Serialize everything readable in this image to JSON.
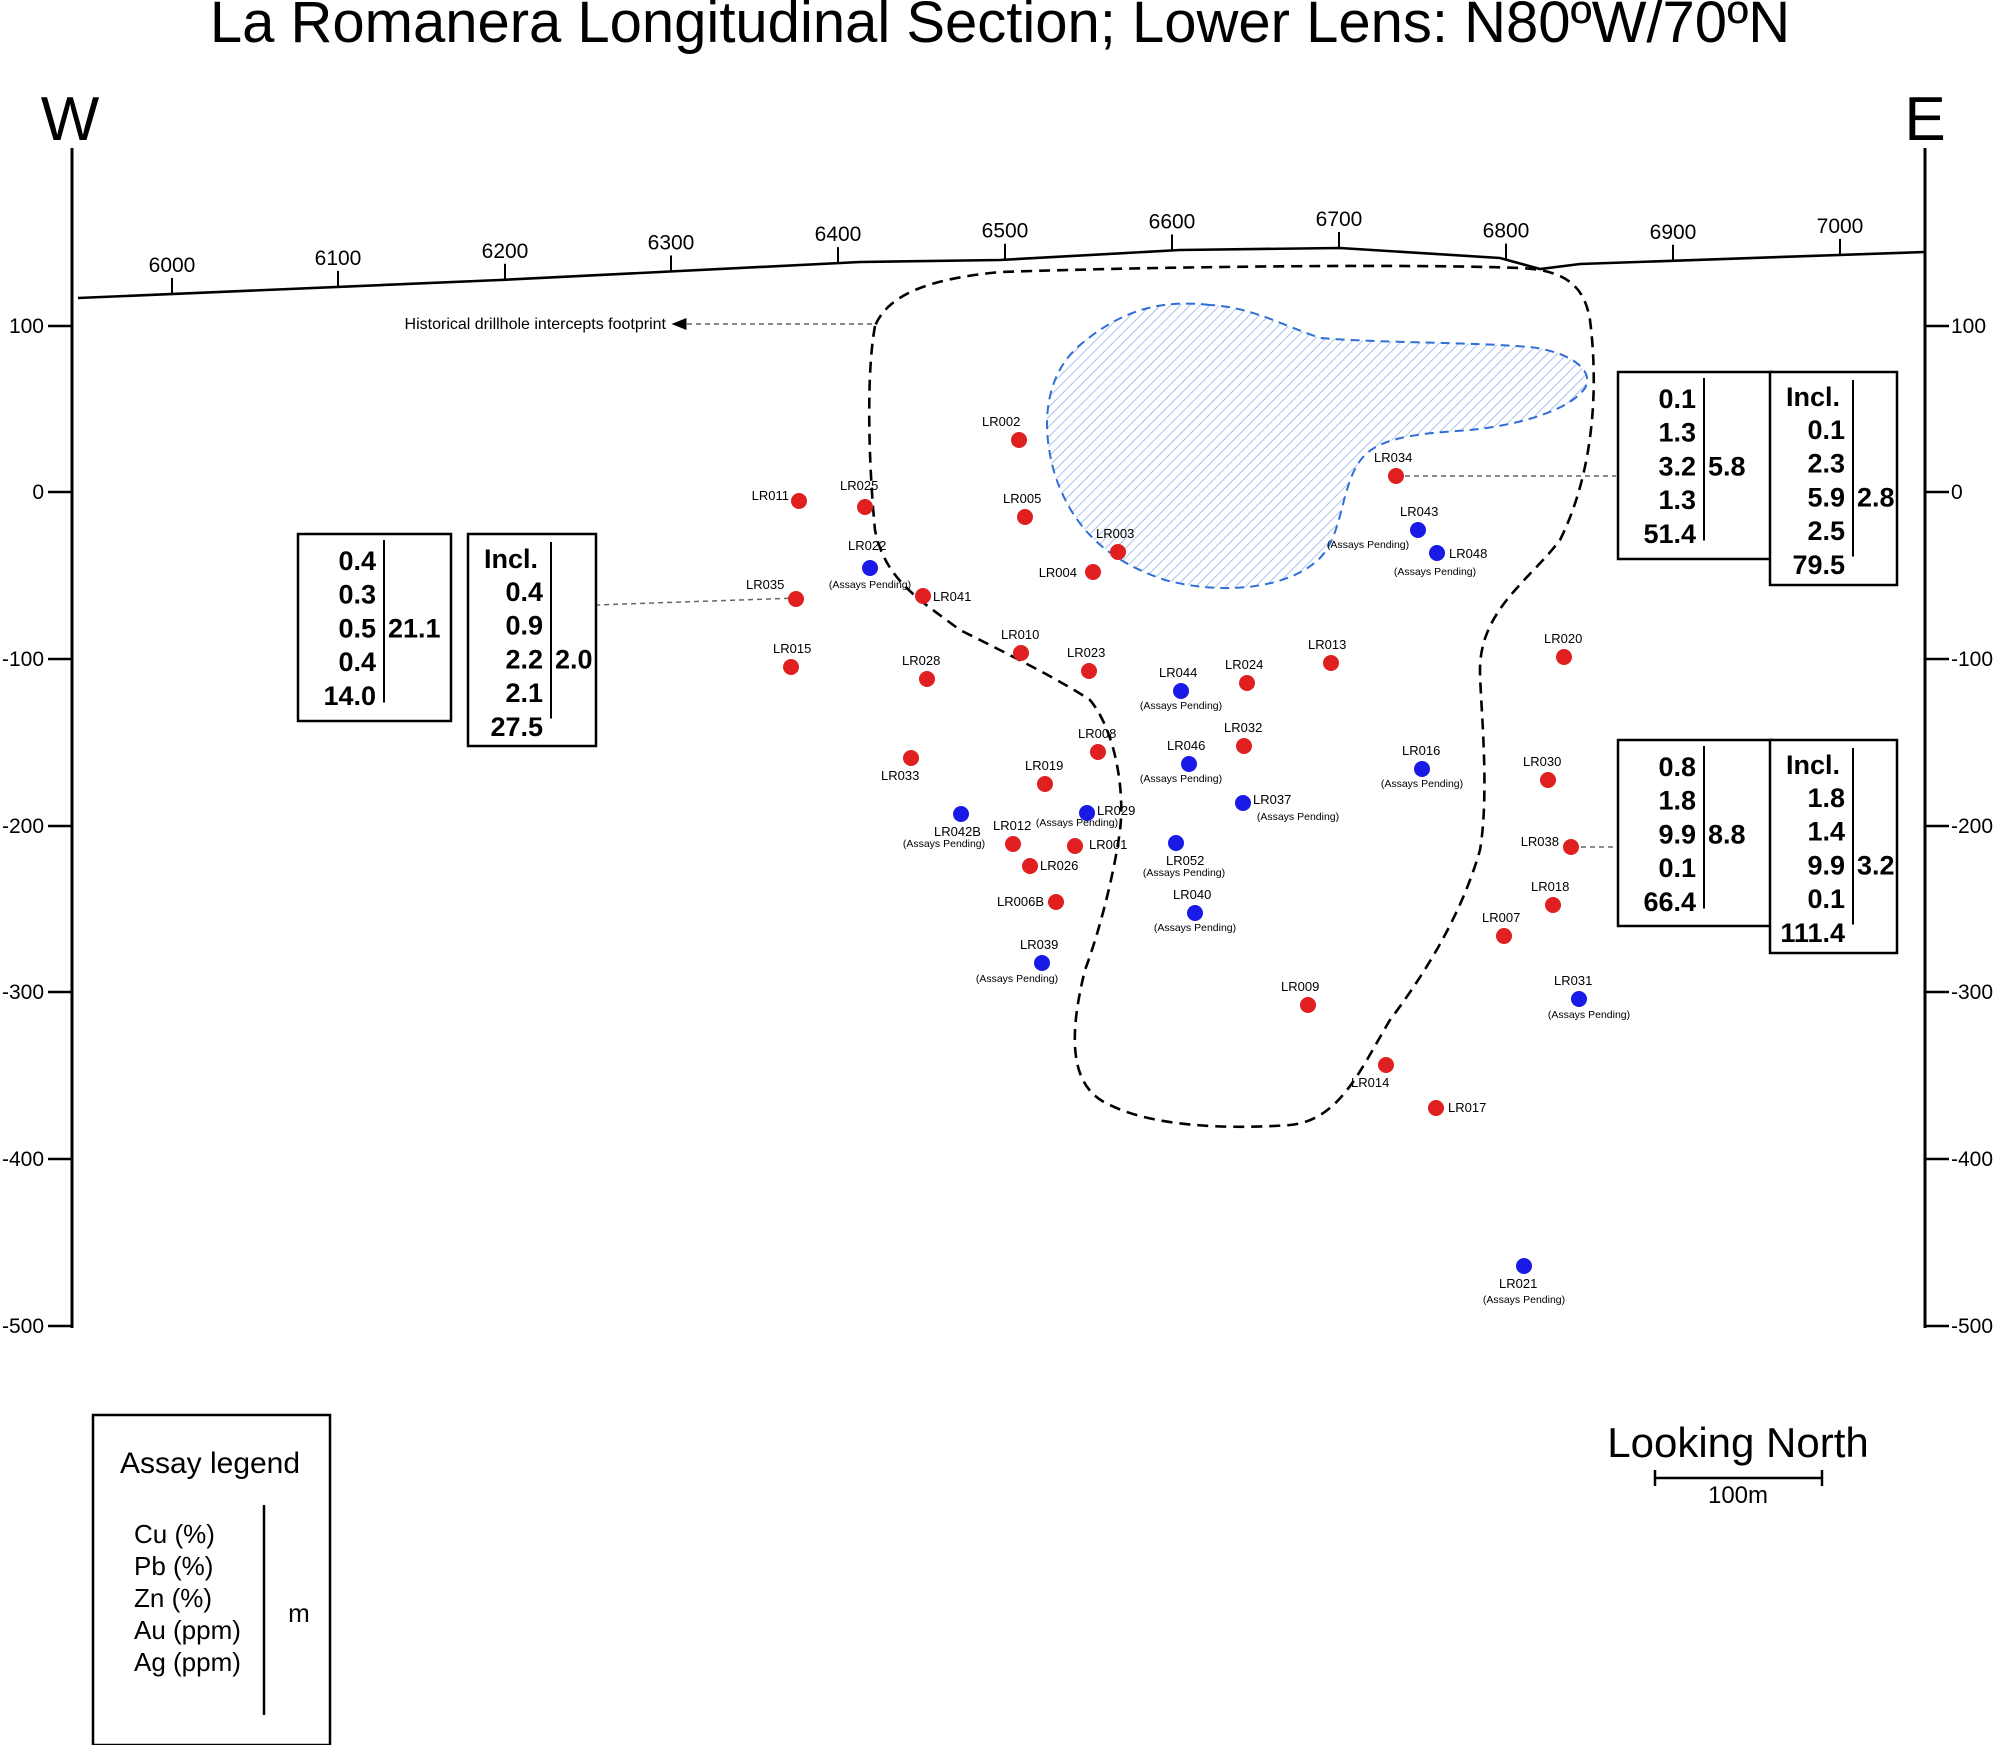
{
  "title": "La Romanera Longitudinal Section; Lower Lens: N80ºW/70ºN",
  "compass": {
    "west": "W",
    "east": "E"
  },
  "easting_ticks": [
    "6000",
    "6100",
    "6200",
    "6300",
    "6400",
    "6500",
    "6600",
    "6700",
    "6800",
    "6900",
    "7000"
  ],
  "elevation_ticks": [
    "100",
    "0",
    "-100",
    "-200",
    "-300",
    "-400",
    "-500"
  ],
  "footprint_label": "Historical drillhole intercepts footprint",
  "pending_text": "(Assays Pending)",
  "colors": {
    "assayed": "#e02020",
    "pending": "#1a1ae6",
    "hatched_zone": "#2f6fd6",
    "footprint_outline": "#000000"
  },
  "drillholes": [
    {
      "id": "LR002",
      "status": "assayed"
    },
    {
      "id": "LR005",
      "status": "assayed"
    },
    {
      "id": "LR003",
      "status": "assayed"
    },
    {
      "id": "LR004",
      "status": "assayed"
    },
    {
      "id": "LR011",
      "status": "assayed"
    },
    {
      "id": "LR025",
      "status": "assayed"
    },
    {
      "id": "LR022",
      "status": "pending"
    },
    {
      "id": "LR035",
      "status": "assayed"
    },
    {
      "id": "LR041",
      "status": "assayed"
    },
    {
      "id": "LR015",
      "status": "assayed"
    },
    {
      "id": "LR028",
      "status": "assayed"
    },
    {
      "id": "LR010",
      "status": "assayed"
    },
    {
      "id": "LR023",
      "status": "assayed"
    },
    {
      "id": "LR044",
      "status": "pending"
    },
    {
      "id": "LR024",
      "status": "assayed"
    },
    {
      "id": "LR013",
      "status": "assayed"
    },
    {
      "id": "LR034",
      "status": "assayed"
    },
    {
      "id": "LR043",
      "status": "pending"
    },
    {
      "id": "LR048",
      "status": "pending"
    },
    {
      "id": "LR020",
      "status": "assayed"
    },
    {
      "id": "LR008",
      "status": "assayed"
    },
    {
      "id": "LR046",
      "status": "pending"
    },
    {
      "id": "LR032",
      "status": "assayed"
    },
    {
      "id": "LR033",
      "status": "assayed"
    },
    {
      "id": "LR019",
      "status": "assayed"
    },
    {
      "id": "LR029",
      "status": "pending"
    },
    {
      "id": "LR037",
      "status": "pending"
    },
    {
      "id": "LR016",
      "status": "pending"
    },
    {
      "id": "LR030",
      "status": "assayed"
    },
    {
      "id": "LR042B",
      "status": "pending"
    },
    {
      "id": "LR012",
      "status": "assayed"
    },
    {
      "id": "LR001",
      "status": "assayed"
    },
    {
      "id": "LR052",
      "status": "pending"
    },
    {
      "id": "LR026",
      "status": "assayed"
    },
    {
      "id": "LR038",
      "status": "assayed"
    },
    {
      "id": "LR006B",
      "status": "assayed"
    },
    {
      "id": "LR040",
      "status": "pending"
    },
    {
      "id": "LR018",
      "status": "assayed"
    },
    {
      "id": "LR007",
      "status": "assayed"
    },
    {
      "id": "LR039",
      "status": "pending"
    },
    {
      "id": "LR009",
      "status": "assayed"
    },
    {
      "id": "LR031",
      "status": "pending"
    },
    {
      "id": "LR014",
      "status": "assayed"
    },
    {
      "id": "LR017",
      "status": "assayed"
    },
    {
      "id": "LR021",
      "status": "pending"
    }
  ],
  "assay_boxes": [
    {
      "hole": "LR035",
      "values": [
        "0.4",
        "0.3",
        "0.5",
        "0.4",
        "14.0"
      ],
      "length": "21.1"
    },
    {
      "hole": "LR035",
      "incl": "Incl.",
      "values": [
        "0.4",
        "0.9",
        "2.2",
        "2.1",
        "27.5"
      ],
      "length": "2.0"
    },
    {
      "hole": "LR034",
      "values": [
        "0.1",
        "1.3",
        "3.2",
        "1.3",
        "51.4"
      ],
      "length": "5.8"
    },
    {
      "hole": "LR034",
      "incl": "Incl.",
      "values": [
        "0.1",
        "2.3",
        "5.9",
        "2.5",
        "79.5"
      ],
      "length": "2.8"
    },
    {
      "hole": "LR038",
      "values": [
        "0.8",
        "1.8",
        "9.9",
        "0.1",
        "66.4"
      ],
      "length": "8.8"
    },
    {
      "hole": "LR038",
      "incl": "Incl.",
      "values": [
        "1.8",
        "1.4",
        "9.9",
        "0.1",
        "111.4"
      ],
      "length": "3.2"
    }
  ],
  "legend": {
    "title": "Assay legend",
    "items": [
      "Cu (%)",
      "Pb (%)",
      "Zn (%)",
      "Au (ppm)",
      "Ag (ppm)"
    ],
    "length_unit": "m"
  },
  "scale": {
    "title": "Looking North",
    "label": "100m"
  }
}
